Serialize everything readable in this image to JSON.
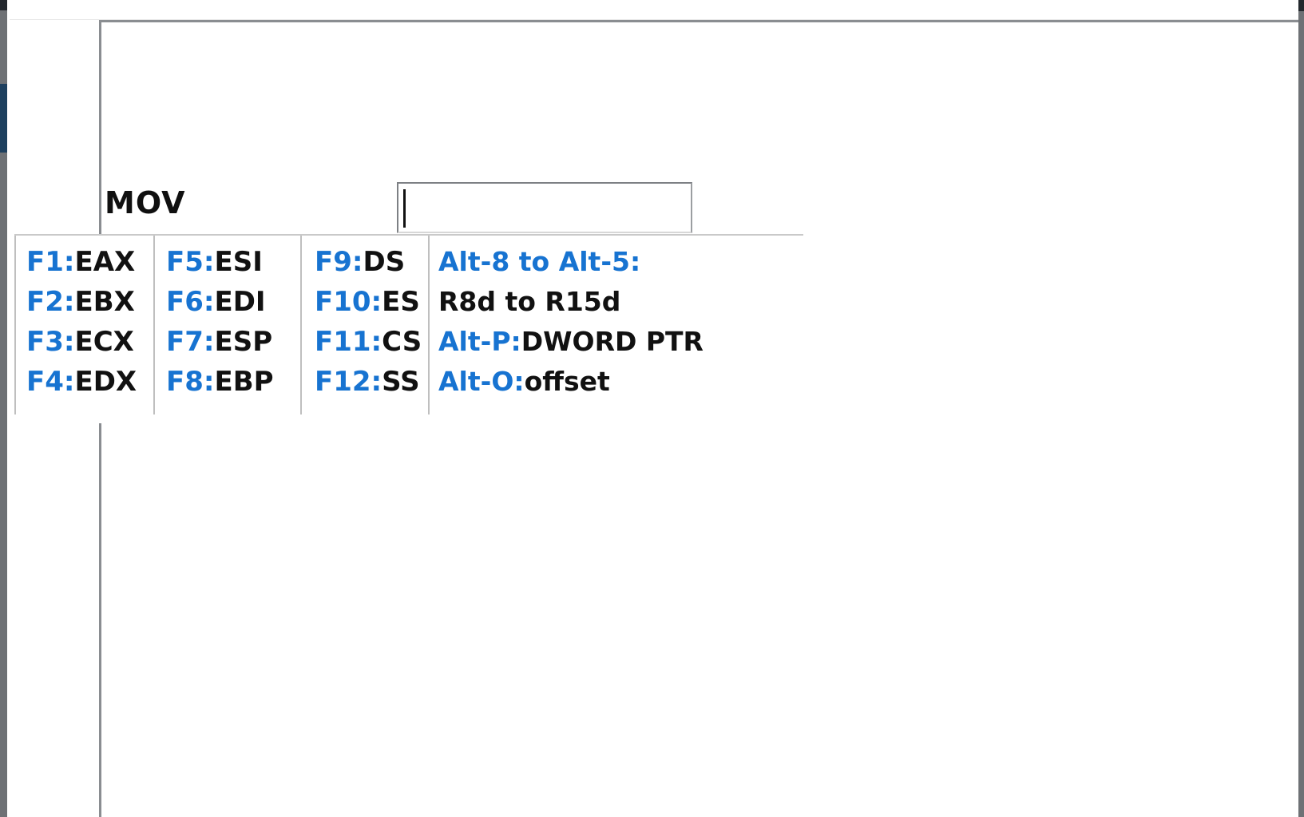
{
  "window": {
    "left_edge_name": "window-left-edge",
    "right_edge_name": "window-right-edge"
  },
  "editor": {
    "mnemonic": "MOV",
    "operand_value": "",
    "operand_placeholder": ""
  },
  "shortcut_hints": {
    "columns": [
      {
        "rows": [
          {
            "key": "F1:",
            "value": "EAX"
          },
          {
            "key": "F2:",
            "value": "EBX"
          },
          {
            "key": "F3:",
            "value": "ECX"
          },
          {
            "key": "F4:",
            "value": "EDX"
          }
        ]
      },
      {
        "rows": [
          {
            "key": "F5:",
            "value": "ESI"
          },
          {
            "key": "F6:",
            "value": "EDI"
          },
          {
            "key": "F7:",
            "value": "ESP"
          },
          {
            "key": "F8:",
            "value": "EBP"
          }
        ]
      },
      {
        "rows": [
          {
            "key": "F9:",
            "value": "DS"
          },
          {
            "key": "F10:",
            "value": "ES"
          },
          {
            "key": "F11:",
            "value": "CS"
          },
          {
            "key": "F12:",
            "value": "SS"
          }
        ]
      }
    ],
    "extra_column": {
      "rows": [
        {
          "key": "Alt-8 to Alt-5:",
          "value": ""
        },
        {
          "key": "",
          "value": "R8d to R15d"
        },
        {
          "key": "Alt-P:",
          "value": "DWORD PTR"
        },
        {
          "key": "Alt-O:",
          "value": "offset"
        }
      ]
    }
  },
  "colors": {
    "key_blue": "#1773d1",
    "value_black": "#111111",
    "edge_gray": "#6e7175",
    "edge_highlight_navy": "#1d3f5e",
    "panel_border": "#8a8d91",
    "table_divider": "#bfbfbf"
  }
}
